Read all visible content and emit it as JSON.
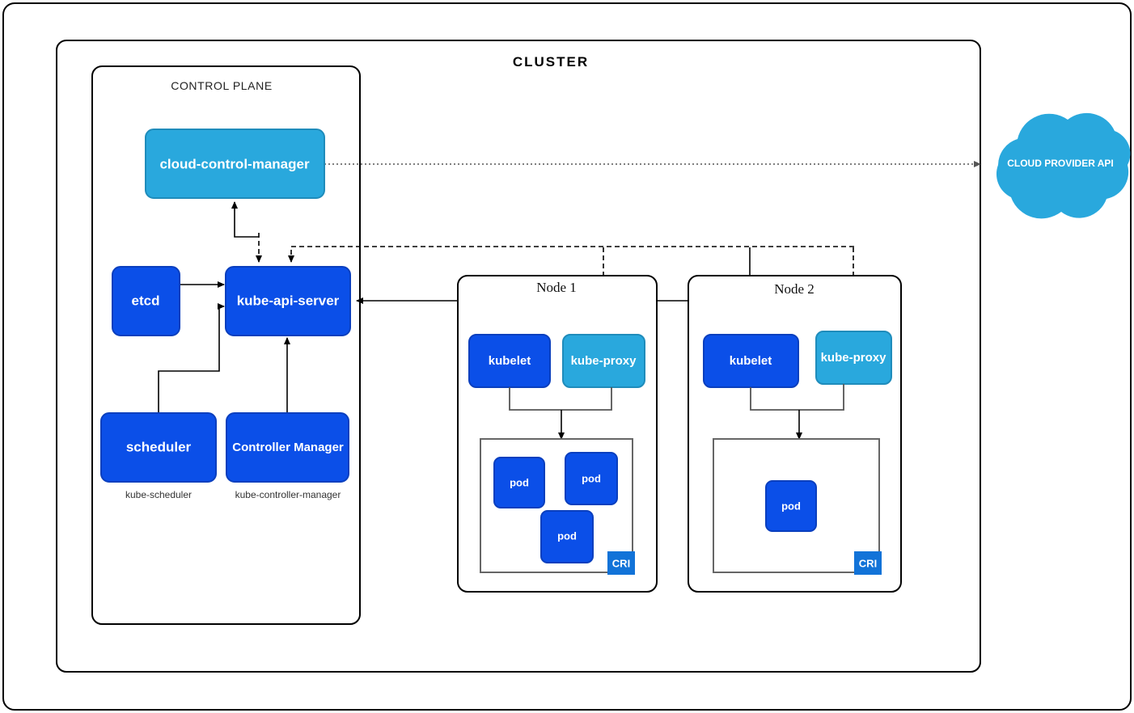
{
  "diagram": {
    "title": "CLUSTER",
    "control_plane": {
      "title": "CONTROL PLANE",
      "components": [
        {
          "id": "cloud-control-manager",
          "label": "cloud-control-manager",
          "color": "#29a8dd"
        },
        {
          "id": "etcd",
          "label": "etcd",
          "color": "#0b4fe8"
        },
        {
          "id": "kube-api-server",
          "label": "kube-api-server",
          "color": "#0b4fe8"
        },
        {
          "id": "scheduler",
          "label": "scheduler",
          "color": "#0b4fe8",
          "sublabel": "kube-scheduler"
        },
        {
          "id": "controller-manager",
          "label": "Controller Manager",
          "color": "#0b4fe8",
          "sublabel": "kube-controller-manager"
        }
      ]
    },
    "nodes": [
      {
        "id": "node-1",
        "title": "Node 1",
        "kubelet_label": "kubelet",
        "kube_proxy_label": "kube-proxy",
        "runtime_badge": "CRI",
        "pods": [
          {
            "label": "pod"
          },
          {
            "label": "pod"
          },
          {
            "label": "pod"
          }
        ]
      },
      {
        "id": "node-2",
        "title": "Node 2",
        "kubelet_label": "kubelet",
        "kube_proxy_label": "kube-proxy",
        "runtime_badge": "CRI",
        "pods": [
          {
            "label": "pod"
          }
        ]
      }
    ],
    "cloud_provider": {
      "label": "CLOUD PROVIDER API",
      "color": "#29a8dd"
    },
    "colors": {
      "dark_blue": "#0b4fe8",
      "light_blue": "#29a8dd",
      "badge_blue": "#1273d8",
      "frame_stroke": "#000000",
      "gray_stroke": "#555555",
      "background": "#ffffff"
    }
  }
}
